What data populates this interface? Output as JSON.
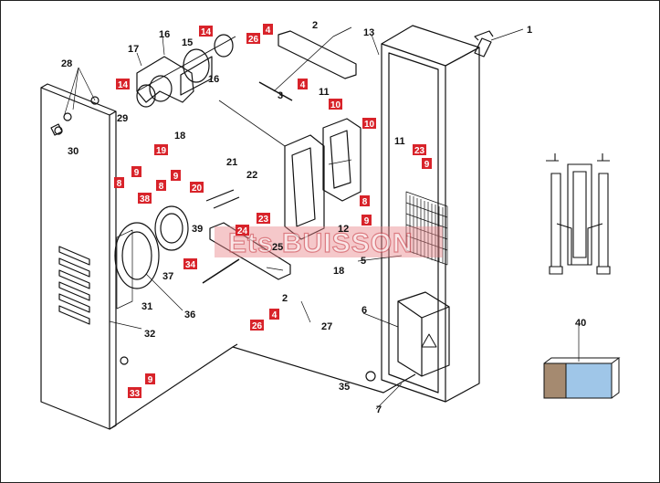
{
  "watermark": "Ets BUISSON",
  "colors": {
    "callout_red": "#d8232a",
    "callout_text": "#ffffff",
    "line": "#111111",
    "watermark_fill": "#e8848a",
    "foam_blue": "#9fc6e8",
    "foam_brown": "#a58a70"
  },
  "labels_black": [
    "1",
    "2",
    "3",
    "5",
    "6",
    "7",
    "11",
    "12",
    "13",
    "15",
    "16",
    "17",
    "18",
    "21",
    "22",
    "25",
    "27",
    "28",
    "29",
    "30",
    "31",
    "32",
    "35",
    "36",
    "37",
    "39",
    "40",
    "2",
    "11",
    "16",
    "18"
  ],
  "labels_red": [
    "4",
    "4",
    "4",
    "8",
    "8",
    "8",
    "9",
    "9",
    "9",
    "9",
    "10",
    "10",
    "14",
    "14",
    "19",
    "20",
    "23",
    "23",
    "24",
    "26",
    "26",
    "33",
    "34",
    "38",
    "9"
  ]
}
